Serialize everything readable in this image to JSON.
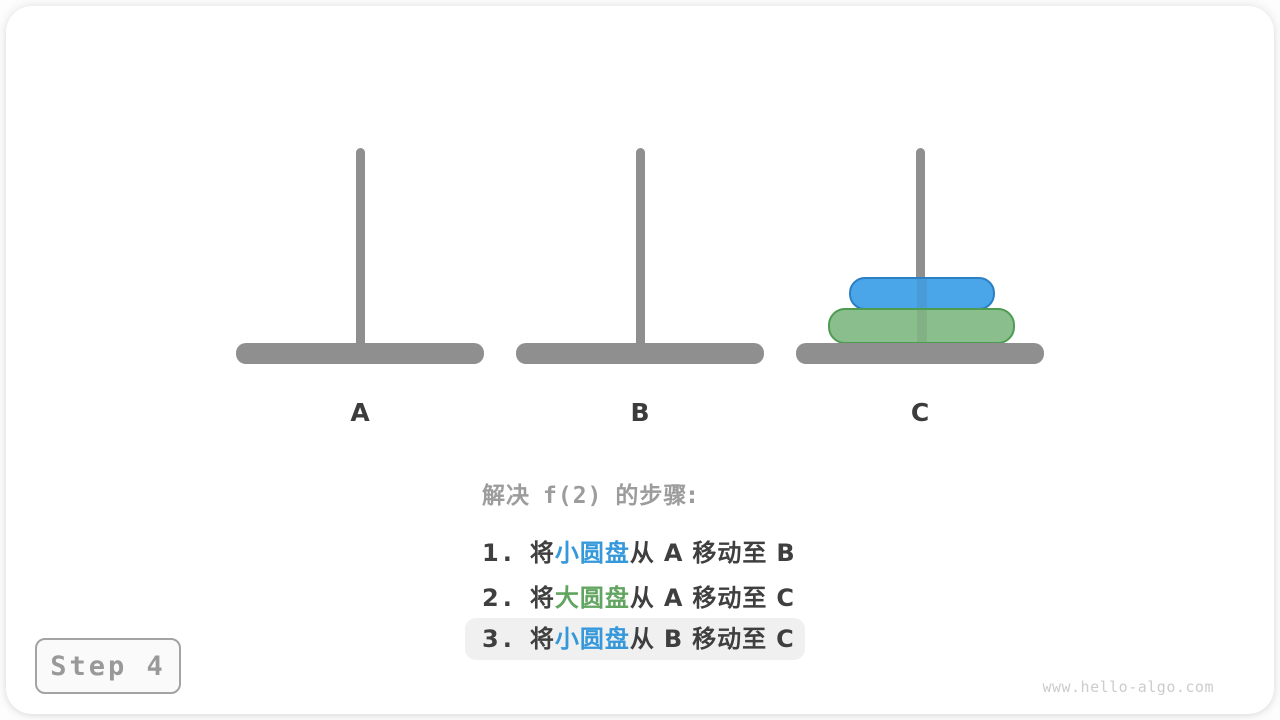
{
  "colors": {
    "pole_and_base": "#8f8f8f",
    "peg_label": "#3c3c3c",
    "disk_small_fill": "#4aa6e8",
    "disk_small_border": "#2b7fc4",
    "disk_large_fill": "#8abf8d",
    "disk_large_border": "#4e9b52",
    "heading_text": "#9c9c9c",
    "step_text": "#3f3f3f",
    "blue_word": "#3598da",
    "green_word": "#62a561",
    "highlight_bg": "#f0f0f0",
    "badge_border": "#a3a3a3",
    "badge_text": "#999999",
    "watermark": "#cccccc"
  },
  "pegs": [
    {
      "label": "A",
      "disks": []
    },
    {
      "label": "B",
      "disks": []
    },
    {
      "label": "C",
      "disks": [
        {
          "name": "small-disk",
          "color": "blue"
        },
        {
          "name": "large-disk",
          "color": "green"
        }
      ]
    }
  ],
  "steps_panel": {
    "heading_pre": "解决",
    "heading_fn": "f(2)",
    "heading_post": "的步骤:",
    "highlighted_step_index": 2,
    "steps": [
      {
        "num": "1.",
        "t1": "将",
        "disk": "小圆盘",
        "t2": "从",
        "from": "A",
        "t3": "移动至",
        "to": "B"
      },
      {
        "num": "2.",
        "t1": "将",
        "disk": "大圆盘",
        "t2": "从",
        "from": "A",
        "t3": "移动至",
        "to": "C"
      },
      {
        "num": "3.",
        "t1": "将",
        "disk": "小圆盘",
        "t2": "从",
        "from": "B",
        "t3": "移动至",
        "to": "C"
      }
    ]
  },
  "step_badge": {
    "label": "Step 4"
  },
  "watermark": "www.hello-algo.com"
}
